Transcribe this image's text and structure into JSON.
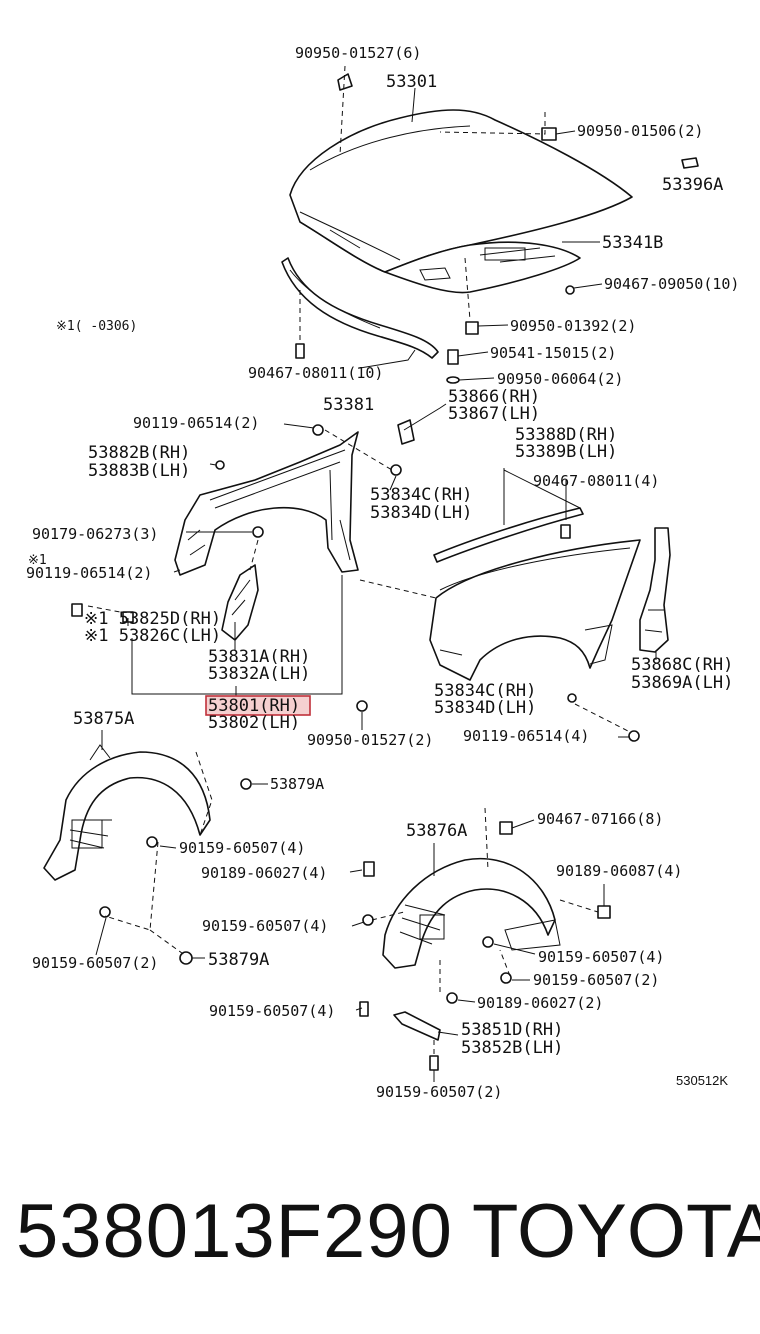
{
  "labels": {
    "p90950_01527_6": "90950-01527(6)",
    "p53301": "53301",
    "p90950_01506_2": "90950-01506(2)",
    "p53396A": "53396A",
    "p53341B": "53341B",
    "p90467_09050_10": "90467-09050(10)",
    "note_0306": "※1(    -0306)",
    "p90950_01392_2": "90950-01392(2)",
    "p90541_15015_2": "90541-15015(2)",
    "p90467_08011_10": "90467-08011(10)",
    "p90950_06064_2": "90950-06064(2)",
    "p53381": "53381",
    "p53866_rh": "53866(RH)",
    "p53867_lh": "53867(LH)",
    "p90119_06514_2a": "90119-06514(2)",
    "p53388D_rh": "53388D(RH)",
    "p53389B_lh": "53389B(LH)",
    "p53882B_rh": "53882B(RH)",
    "p53883B_lh": "53883B(LH)",
    "p53834C_rh_a": "53834C(RH)",
    "p53834D_lh_a": "53834D(LH)",
    "p90467_08011_4": "90467-08011(4)",
    "p90179_06273_3": "90179-06273(3)",
    "note_mark_a": "※1",
    "p90119_06514_2b": "90119-06514(2)",
    "p53825D_rh": "※1 53825D(RH)",
    "p53826C_lh": "※1 53826C(LH)",
    "p53831A_rh": "53831A(RH)",
    "p53832A_lh": "53832A(LH)",
    "p53868C_rh": "53868C(RH)",
    "p53869A_lh": "53869A(LH)",
    "p53801_rh": "53801(RH)",
    "p53802_lh": "53802(LH)",
    "p53834C_rh_b": "53834C(RH)",
    "p53834D_lh_b": "53834D(LH)",
    "p90950_01527_2": "90950-01527(2)",
    "p90119_06514_4": "90119-06514(4)",
    "p53875A": "53875A",
    "p53879A_a": "53879A",
    "p90159_60507_4a": "90159-60507(4)",
    "p90467_07166_8": "90467-07166(8)",
    "p53876A": "53876A",
    "p90189_06027_4": "90189-06027(4)",
    "p90189_06087_4": "90189-06087(4)",
    "p90159_60507_4b": "90159-60507(4)",
    "p90159_60507_2a": "90159-60507(2)",
    "p53879A_b": "53879A",
    "p90159_60507_4c": "90159-60507(4)",
    "p90159_60507_2b": "90159-60507(2)",
    "p90189_06027_2": "90189-06027(2)",
    "p90159_60507_4d": "90159-60507(4)",
    "p53851D_rh": "53851D(RH)",
    "p53852B_lh": "53852B(LH)",
    "p90159_60507_2c": "90159-60507(2)",
    "diagram_code": "530512K"
  },
  "footer": {
    "part_number": "538013F290",
    "brand": "TOYOTA"
  },
  "colors": {
    "highlight_border": "#c0303a",
    "highlight_fill": "#f5d0d0",
    "ink": "#111111"
  },
  "highlighted_part": "53801(RH)"
}
